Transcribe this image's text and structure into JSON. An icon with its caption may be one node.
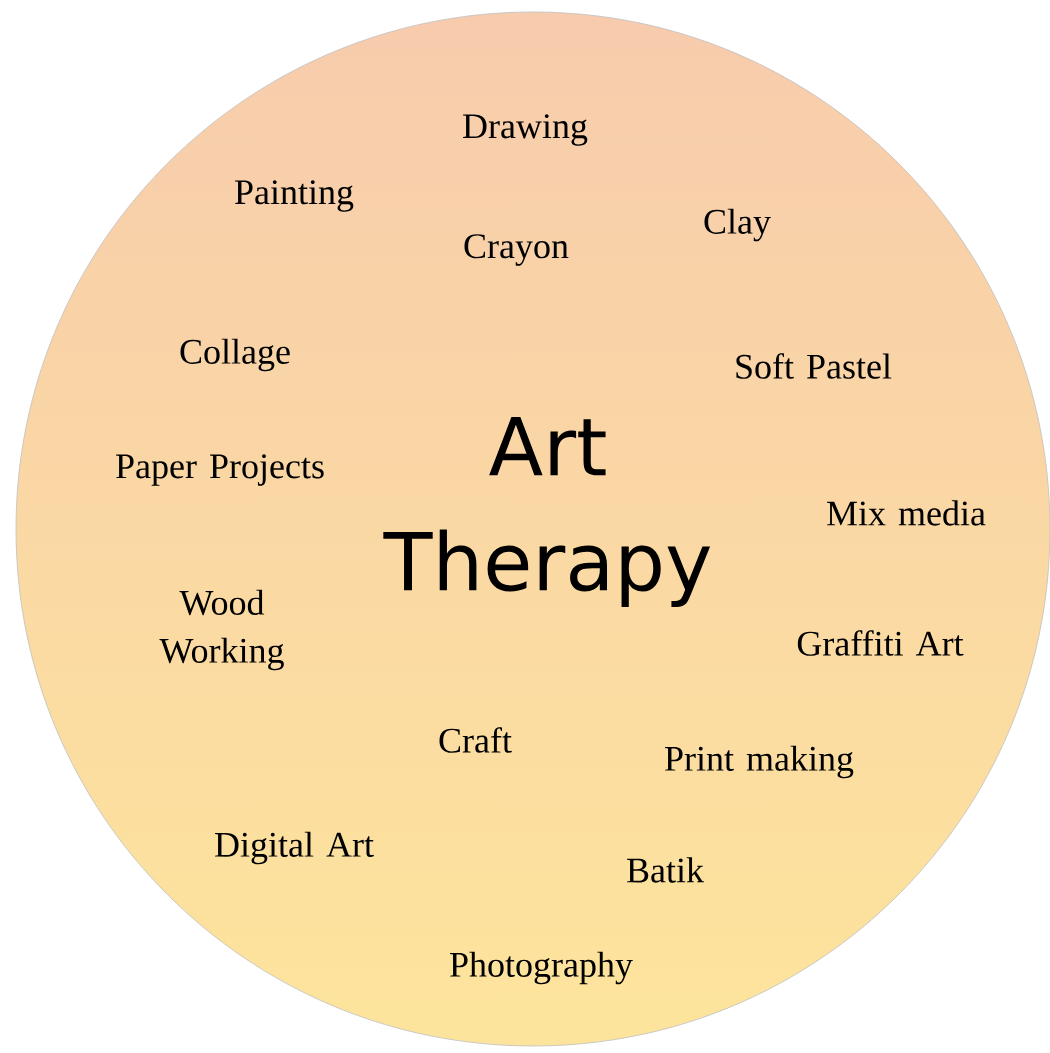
{
  "diagram": {
    "nodes": [
      {
        "text": [
          "Drawing",
          "Painting",
          "Clay",
          "Crayon",
          "Collage",
          "Soft Pastel",
          "Art Therapy",
          "Paper Projects",
          "Mix media",
          "Wood Working",
          "Graffiti Art",
          "Craft",
          "Print making",
          "Digital Art",
          "Batik",
          "Photography"
        ]
      }
    ]
  }
}
